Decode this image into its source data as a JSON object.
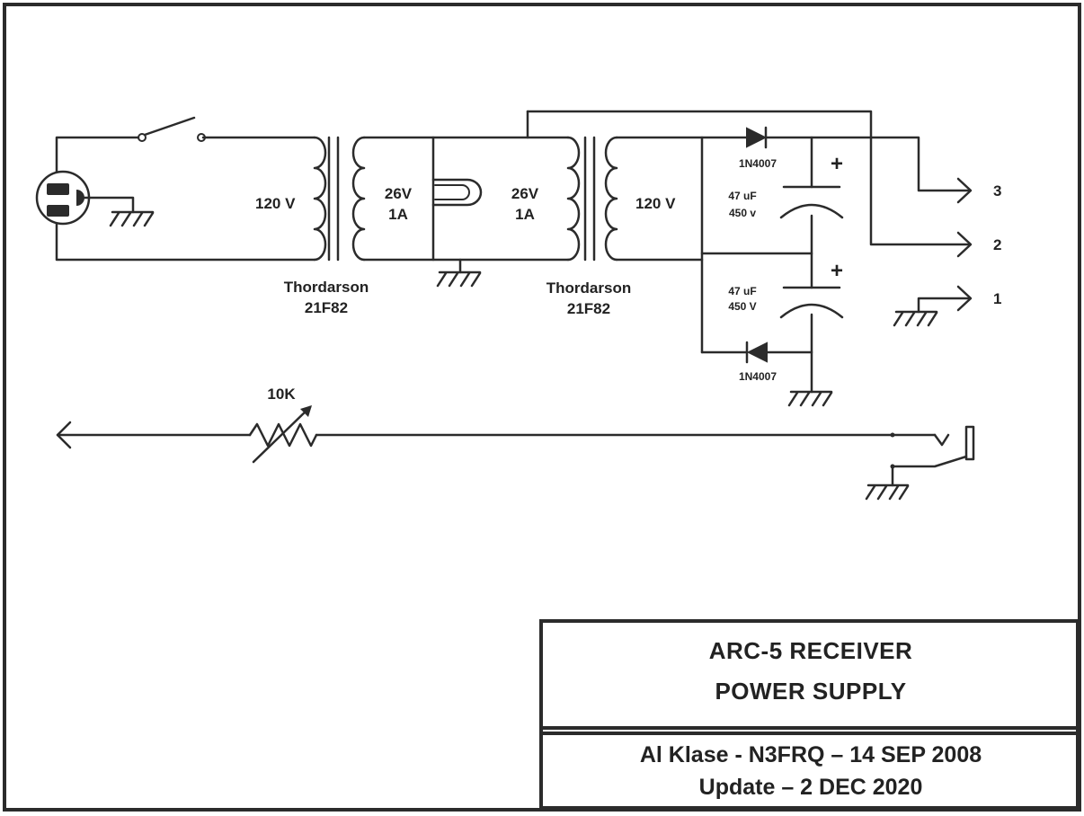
{
  "title_block": {
    "line1": "ARC-5 RECEIVER",
    "line2": "POWER SUPPLY",
    "author": "Al Klase - N3FRQ – 14 SEP 2008",
    "update": "Update – 2 DEC 2020"
  },
  "transformer1": {
    "primary_label": "120 V",
    "secondary_label_line1": "26V",
    "secondary_label_line2": "1A",
    "name_line1": "Thordarson",
    "name_line2": "21F82"
  },
  "transformer2": {
    "primary_label_line1": "26V",
    "primary_label_line2": "1A",
    "secondary_label": "120 V",
    "name_line1": "Thordarson",
    "name_line2": "21F82"
  },
  "diode_top": {
    "label": "1N4007"
  },
  "diode_bottom": {
    "label": "1N4007"
  },
  "cap_top": {
    "value": "47 uF",
    "voltage": "450 v",
    "polarity": "+"
  },
  "cap_bottom": {
    "value": "47 uF",
    "voltage": "450 V",
    "polarity": "+"
  },
  "outputs": {
    "pin3": "3",
    "pin2": "2",
    "pin1": "1"
  },
  "potentiometer": {
    "value": "10K"
  }
}
